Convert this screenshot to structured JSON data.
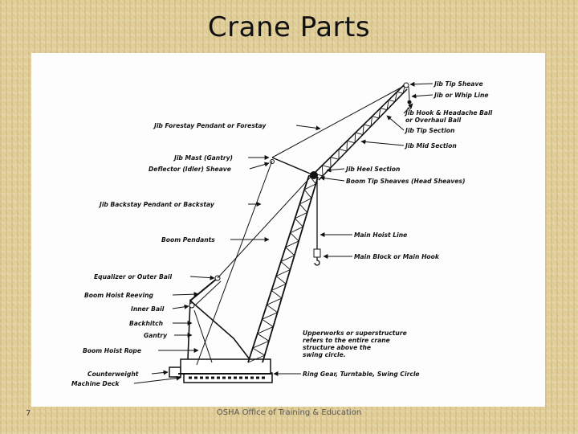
{
  "slide": {
    "title": "Crane Parts",
    "number": "7",
    "footer": "OSHA Office of Training & Education"
  },
  "labels": {
    "jib_tip_sheave": "Jib Tip Sheave",
    "jib_or_whip_line": "Jib or Whip Line",
    "jib_hook_1": "Jib Hook & Headache Ball",
    "jib_hook_2": "or Overhaul Ball",
    "jib_tip_section": "Jib Tip Section",
    "jib_mid_section": "Jib Mid Section",
    "jib_forestay": "Jib Forestay Pendant or Forestay",
    "jib_mast": "Jib Mast (Gantry)",
    "deflector_sheave": "Deflector (Idler) Sheave",
    "jib_heel_section": "Jib Heel Section",
    "boom_tip_sheaves": "Boom Tip Sheaves (Head Sheaves)",
    "jib_backstay": "Jib Backstay Pendant or Backstay",
    "main_hoist_line": "Main Hoist Line",
    "boom_pendants": "Boom Pendants",
    "main_block": "Main Block or Main Hook",
    "equalizer": "Equalizer or Outer Bail",
    "boom_hoist_reeving": "Boom Hoist Reeving",
    "inner_bail": "Inner Bail",
    "backhitch": "Backhitch",
    "gantry": "Gantry",
    "boom_hoist_rope": "Boom Hoist Rope",
    "upperworks_1": "Upperworks or superstructure",
    "upperworks_2": "refers to the entire crane",
    "upperworks_3": "structure above the",
    "upperworks_4": "swing circle.",
    "counterweight": "Counterweight",
    "machine_deck": "Machine Deck",
    "ring_gear": "Ring Gear, Turntable, Swing Circle"
  }
}
